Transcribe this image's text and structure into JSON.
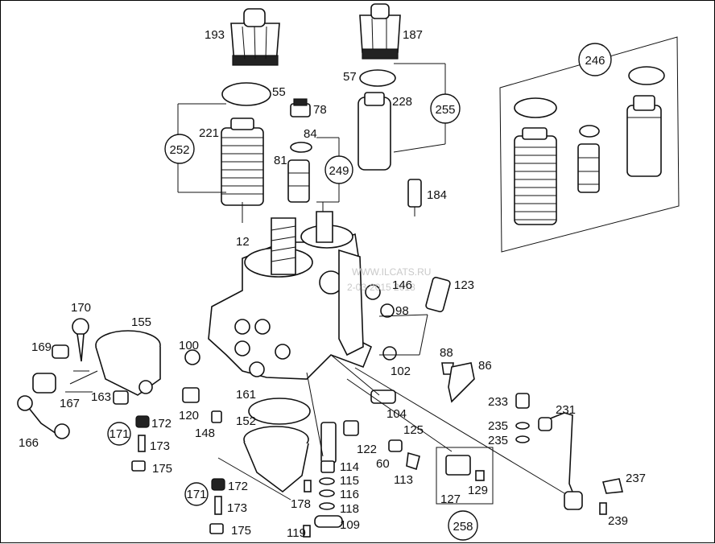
{
  "diagram": {
    "watermark_line1": "WWW.ILCATS.RU",
    "watermark_line2": "2-03-2015 2018",
    "circled": {
      "c246": "246",
      "c252": "252",
      "c249": "249",
      "c255": "255",
      "c171a": "171",
      "c171b": "171",
      "c258": "258"
    },
    "labels": {
      "p193": "193",
      "p187": "187",
      "p55": "55",
      "p57": "57",
      "p228": "228",
      "p78": "78",
      "p221": "221",
      "p84": "84",
      "p81": "81",
      "p184": "184",
      "p12": "12",
      "p146": "146",
      "p123": "123",
      "p98": "98",
      "p170": "170",
      "p155": "155",
      "p169": "169",
      "p100": "100",
      "p88": "88",
      "p86": "86",
      "p102": "102",
      "p167": "167",
      "p163": "163",
      "p161": "161",
      "p233": "233",
      "p231": "231",
      "p120": "120",
      "p104": "104",
      "p172a": "172",
      "p125": "125",
      "p152": "152",
      "p235a": "235",
      "p235b": "235",
      "p166": "166",
      "p148": "148",
      "p173a": "173",
      "p122": "122",
      "p60": "60",
      "p175a": "175",
      "p114": "114",
      "p113": "113",
      "p237": "237",
      "p115": "115",
      "p172b": "172",
      "p116": "116",
      "p178": "178",
      "p129": "129",
      "p127": "127",
      "p173b": "173",
      "p118": "118",
      "p239": "239",
      "p109": "109",
      "p175b": "175",
      "p119": "119"
    }
  }
}
